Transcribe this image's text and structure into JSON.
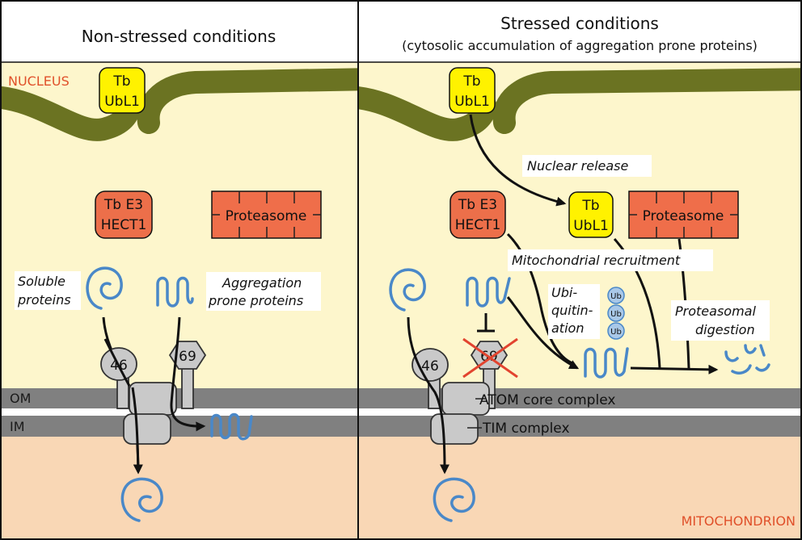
{
  "titles": {
    "left": "Non-stressed conditions",
    "right": "Stressed conditions",
    "right_subtitle": "(cytosolic accumulation of aggregation prone proteins)"
  },
  "compartments": {
    "nucleus": "NUCLEUS",
    "om": "OM",
    "im": "IM",
    "mitochondrion": "MITOCHONDRION"
  },
  "ubl1": {
    "line1": "Tb",
    "line2": "UbL1"
  },
  "e3": {
    "line1": "Tb E3",
    "line2": "HECT1"
  },
  "proteasome": "Proteasome",
  "receptors": {
    "r46": "46",
    "r69": "69"
  },
  "ub": "Ub",
  "left_labels": {
    "soluble_1": "Soluble",
    "soluble_2": "proteins",
    "aggregation_1": "Aggregation",
    "aggregation_2": "prone proteins"
  },
  "right_labels": {
    "nuclear_release": "Nuclear release",
    "mito_recruitment": "Mitochondrial recruitment",
    "ubiq_1": "Ubi-",
    "ubiq_2": "quitin-",
    "ubiq_3": "ation",
    "proteasomal_1": "Proteasomal",
    "proteasomal_2": "digestion",
    "atom": "ATOM core complex",
    "tim": "TIM complex"
  },
  "colors": {
    "cytosol": "#fdf6cc",
    "matrix": "#f9d7b5",
    "membrane": "#808080",
    "envelope": "#6b7322",
    "ubl1": "#fff200",
    "e3": "#ec6f4a",
    "proteasome": "#ef6e4a",
    "protein": "#4a88c8",
    "complex": "#c9c9c9",
    "inhibition": "#e2442f",
    "ubl1_path": "#4d4d1f",
    "ub_fill": "#a9c8e8"
  }
}
